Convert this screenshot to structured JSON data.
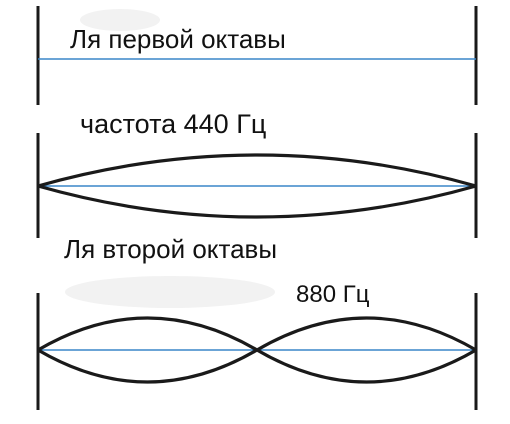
{
  "octave1": {
    "title": "Ля первой октавы",
    "frequency": "частота 440 Гц",
    "segments": 1
  },
  "octave2": {
    "title": "Ля второй октавы",
    "frequency": "880 Гц",
    "segments": 2
  },
  "colors": {
    "string": "#1a1a1a",
    "axis": "#3a86c8",
    "smudge": "#f2f2f2"
  }
}
